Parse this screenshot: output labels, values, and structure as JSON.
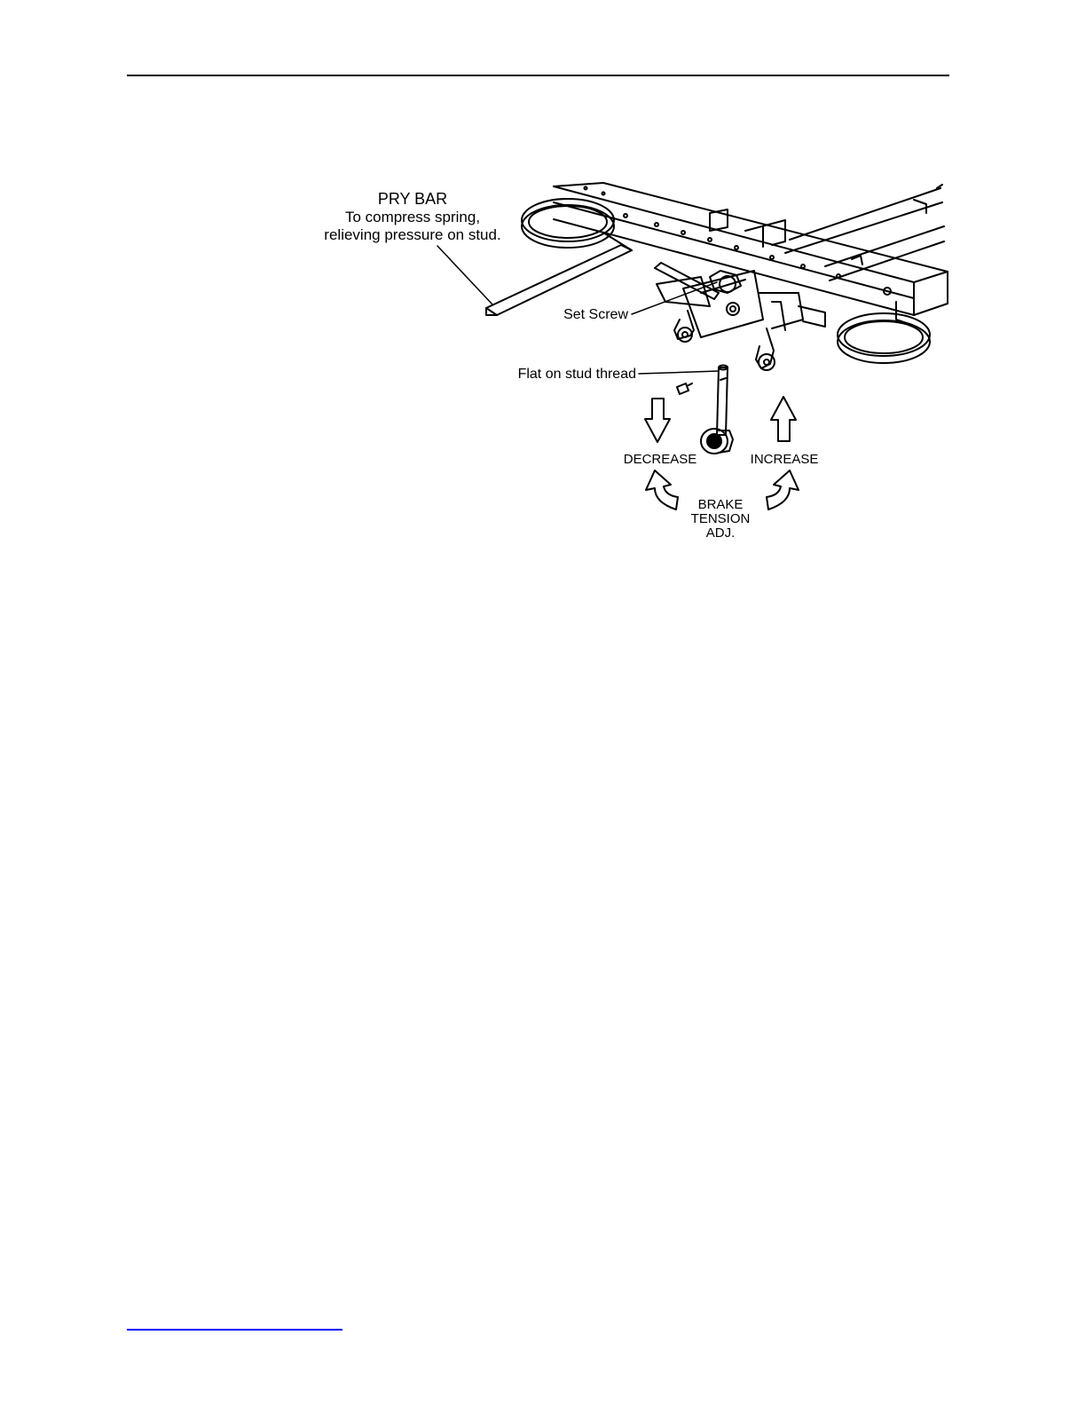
{
  "figure": {
    "pry_bar_title": "PRY BAR",
    "pry_bar_line1": "To compress spring,",
    "pry_bar_line2": "relieving pressure on stud.",
    "set_screw": "Set Screw",
    "flat_on_stud": "Flat on stud thread",
    "decrease": "DECREASE",
    "increase": "INCREASE",
    "brake_line1": "BRAKE",
    "brake_line2": "TENSION",
    "brake_line3": "ADJ."
  }
}
